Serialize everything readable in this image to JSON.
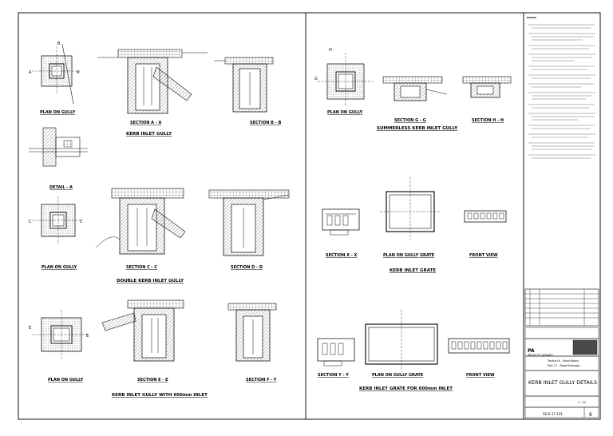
{
  "notes_heading": "NOTES:",
  "left_panel": {
    "kerb_inlet_gully": {
      "plan": "PLAN ON GULLY",
      "section_a": "SECTION A - A",
      "section_b": "SECTION B - B",
      "caption": "KERB INLET GULLY"
    },
    "detail": "DETAIL - A",
    "double_kerb": {
      "plan": "PLAN ON GULLY",
      "section_c": "SECTION C - C",
      "section_d": "SECTION D - D",
      "caption": "DOUBLE KERB INLET GULLY"
    },
    "gully_600": {
      "plan": "PLAN ON GULLY",
      "section_e": "SECTION E - E",
      "section_f": "SECTION F - F",
      "caption": "KERB INLET GULLY WITH 600mm INLET"
    }
  },
  "right_panel": {
    "summerless": {
      "plan": "PLAN ON GULLY",
      "section_g": "SECTION G - G",
      "section_h": "SECTION H - H",
      "caption": "SUMMERLESS KERB INLET GULLY"
    },
    "grate": {
      "section_x": "SECTION X - X",
      "plan": "PLAN ON GULLY GRATE",
      "front": "FRONT VIEW",
      "caption": "KERB INLET GRATE"
    },
    "grate_600": {
      "section_y": "SECTION Y - Y",
      "plan": "PLAN ON GULLY GRATE",
      "front": "FRONT VIEW",
      "caption": "KERB INLET GRATE FOR 600mm INLET"
    }
  },
  "title_block": {
    "org": "PA",
    "org_sub": "PROJECTS AFFAIRS",
    "section_line1": "Section 6 - Road Works",
    "section_line2": "Part 17 - Road Drainage",
    "drawing_title": "KERB INLET GULLY DETAILS",
    "drawing_no": "SD 6-17-101",
    "sheet": "6",
    "scale": "1 : 10"
  }
}
